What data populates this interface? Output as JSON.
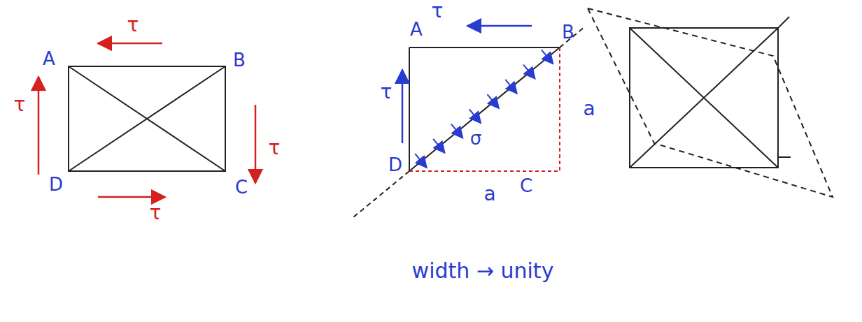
{
  "diagram": {
    "labels": [
      "τ",
      "A",
      "B",
      "τ",
      "τ",
      "D",
      "C",
      "τ",
      "τ",
      "A",
      "B",
      "τ",
      "a",
      "σ",
      "D",
      "a",
      "C",
      "width → unity"
    ]
  }
}
